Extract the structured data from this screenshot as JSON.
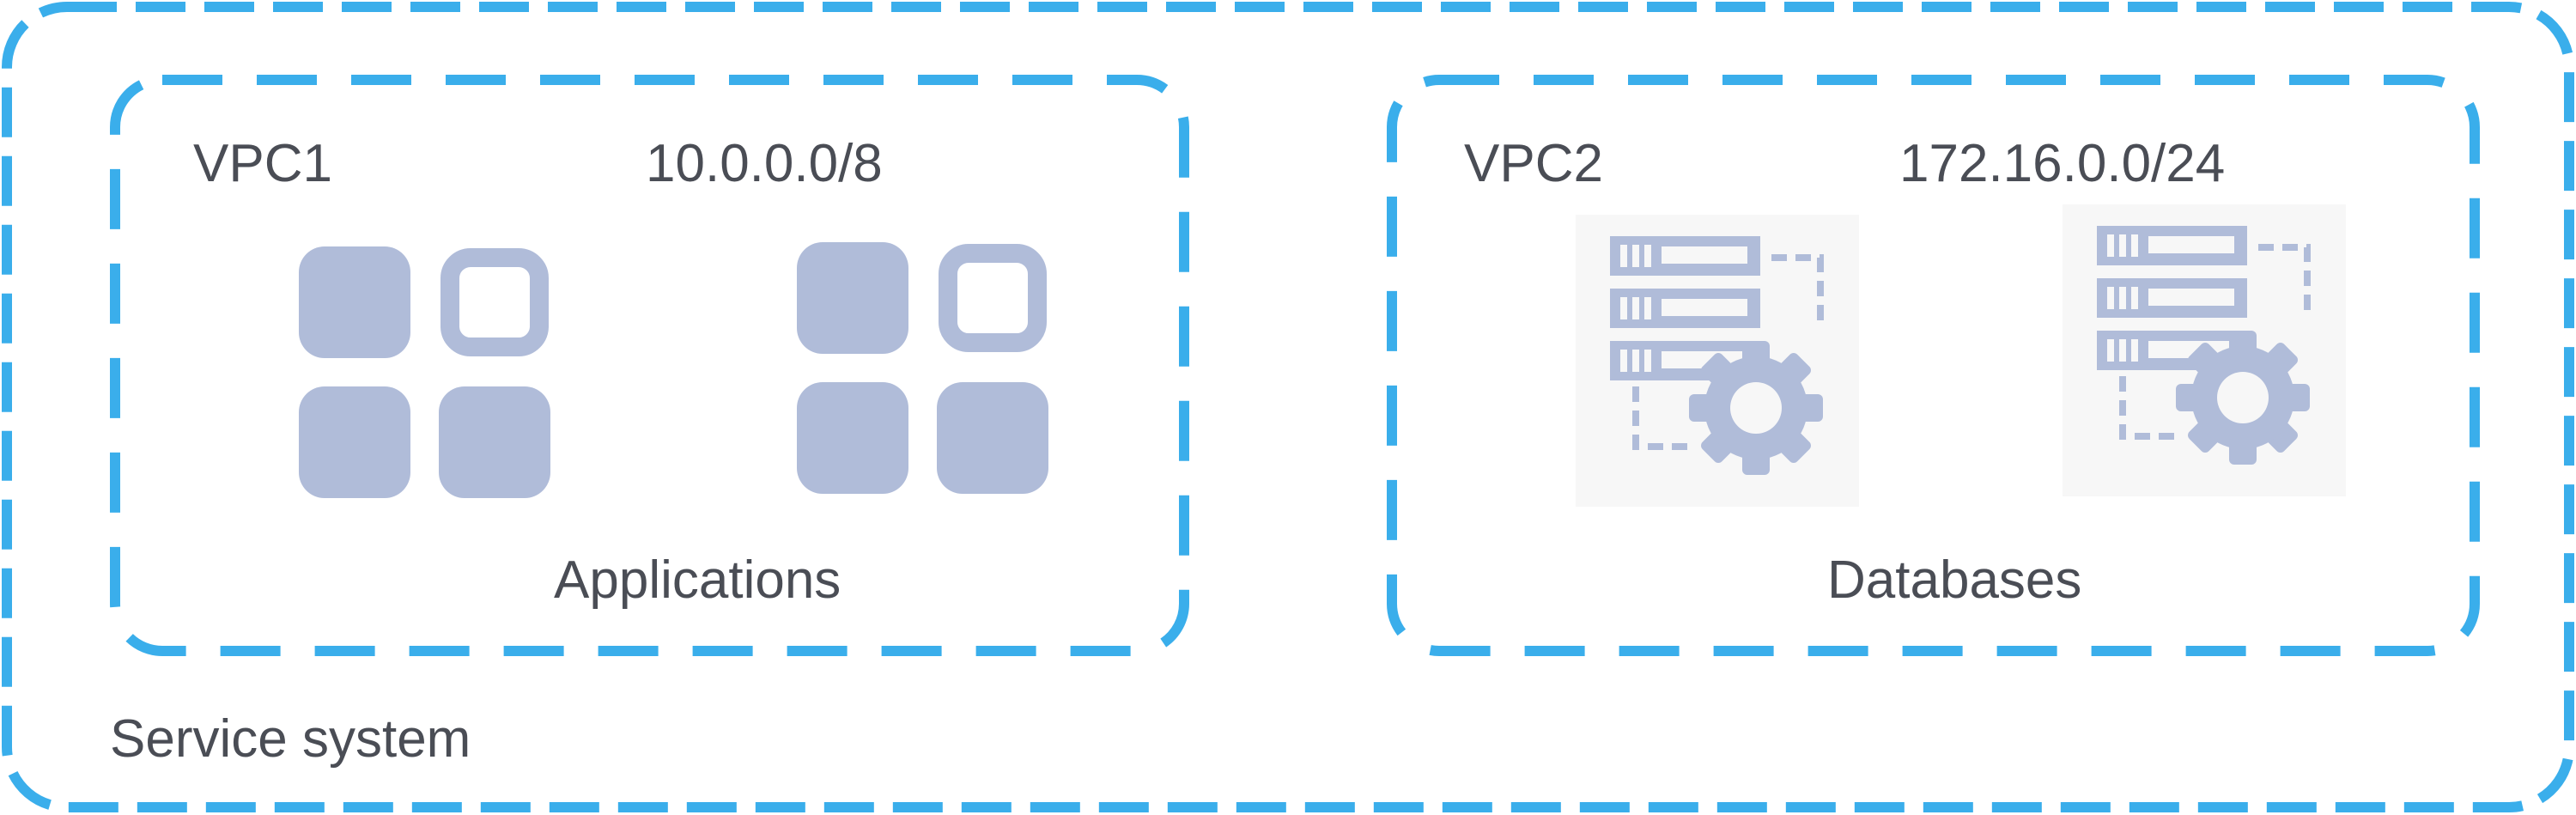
{
  "diagram": {
    "outer": {
      "label": "Service system"
    },
    "vpc1": {
      "name": "VPC1",
      "cidr": "10.0.0.0/8",
      "caption": "Applications",
      "icon": "app-grid-icon"
    },
    "vpc2": {
      "name": "VPC2",
      "cidr": "172.16.0.0/24",
      "caption": "Databases",
      "icon": "database-server-gear-icon"
    },
    "colors": {
      "border": "#3aaeeb",
      "text": "#4a4d55",
      "icon": "#b0bcd9",
      "icon_bg": "#f7f7f7"
    }
  }
}
